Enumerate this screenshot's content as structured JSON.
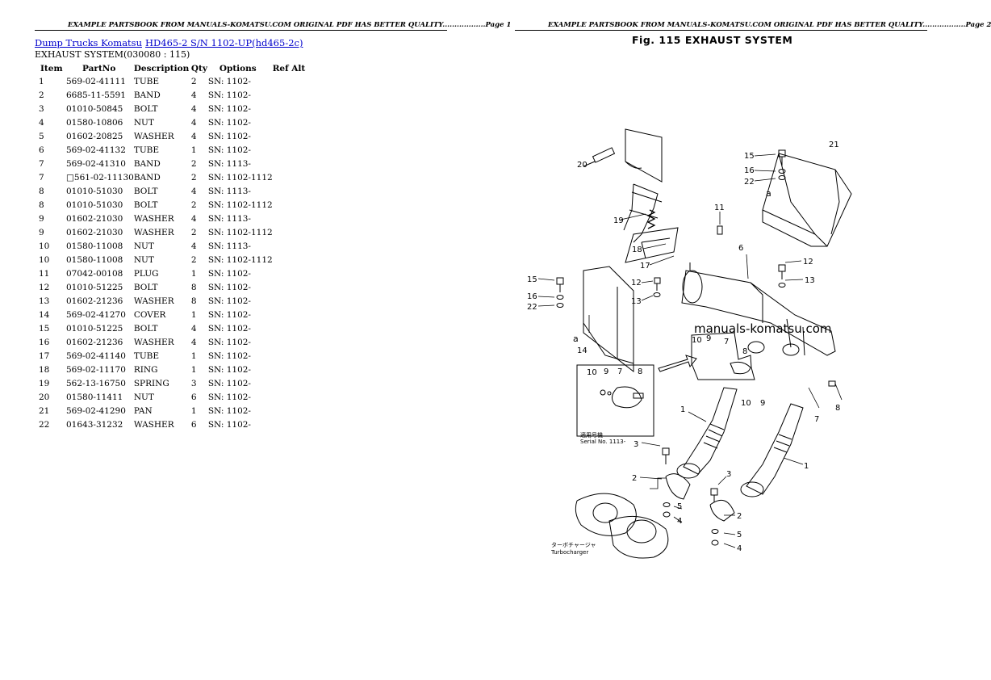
{
  "page1": {
    "header": "EXAMPLE PARTSBOOK FROM MANUALS-KOMATSU.COM ORIGINAL PDF HAS BETTER QUALITY..................Page 1",
    "breadcrumb": {
      "link1": "Dump Trucks Komatsu",
      "link2": "HD465-2 S/N 1102-UP(hd465-2c)"
    },
    "section_title": "EXHAUST SYSTEM(030080 : 115)",
    "columns": [
      "Item",
      "PartNo",
      "Description",
      "Qty",
      "Options",
      "Ref Alt"
    ],
    "rows": [
      {
        "item": "1",
        "part": "569-02-41111",
        "desc": "TUBE",
        "qty": "2",
        "opt": "SN: 1102-",
        "ref": ""
      },
      {
        "item": "2",
        "part": "6685-11-5591",
        "desc": "BAND",
        "qty": "4",
        "opt": "SN: 1102-",
        "ref": ""
      },
      {
        "item": "3",
        "part": "01010-50845",
        "desc": "BOLT",
        "qty": "4",
        "opt": "SN: 1102-",
        "ref": ""
      },
      {
        "item": "4",
        "part": "01580-10806",
        "desc": "NUT",
        "qty": "4",
        "opt": "SN: 1102-",
        "ref": ""
      },
      {
        "item": "5",
        "part": "01602-20825",
        "desc": "WASHER",
        "qty": "4",
        "opt": "SN: 1102-",
        "ref": ""
      },
      {
        "item": "6",
        "part": "569-02-41132",
        "desc": "TUBE",
        "qty": "1",
        "opt": "SN: 1102-",
        "ref": ""
      },
      {
        "item": "7",
        "part": "569-02-41310",
        "desc": "BAND",
        "qty": "2",
        "opt": "SN: 1113-",
        "ref": ""
      },
      {
        "item": "7",
        "part": "□561-02-11130",
        "desc": "BAND",
        "qty": "2",
        "opt": "SN: 1102-1112",
        "ref": ""
      },
      {
        "item": "8",
        "part": "01010-51030",
        "desc": "BOLT",
        "qty": "4",
        "opt": "SN: 1113-",
        "ref": ""
      },
      {
        "item": "8",
        "part": "01010-51030",
        "desc": "BOLT",
        "qty": "2",
        "opt": "SN: 1102-1112",
        "ref": ""
      },
      {
        "item": "9",
        "part": "01602-21030",
        "desc": "WASHER",
        "qty": "4",
        "opt": "SN: 1113-",
        "ref": ""
      },
      {
        "item": "9",
        "part": "01602-21030",
        "desc": "WASHER",
        "qty": "2",
        "opt": "SN: 1102-1112",
        "ref": ""
      },
      {
        "item": "10",
        "part": "01580-11008",
        "desc": "NUT",
        "qty": "4",
        "opt": "SN: 1113-",
        "ref": ""
      },
      {
        "item": "10",
        "part": "01580-11008",
        "desc": "NUT",
        "qty": "2",
        "opt": "SN: 1102-1112",
        "ref": ""
      },
      {
        "item": "11",
        "part": "07042-00108",
        "desc": "PLUG",
        "qty": "1",
        "opt": "SN: 1102-",
        "ref": ""
      },
      {
        "item": "12",
        "part": "01010-51225",
        "desc": "BOLT",
        "qty": "8",
        "opt": "SN: 1102-",
        "ref": ""
      },
      {
        "item": "13",
        "part": "01602-21236",
        "desc": "WASHER",
        "qty": "8",
        "opt": "SN: 1102-",
        "ref": ""
      },
      {
        "item": "14",
        "part": "569-02-41270",
        "desc": "COVER",
        "qty": "1",
        "opt": "SN: 1102-",
        "ref": ""
      },
      {
        "item": "15",
        "part": "01010-51225",
        "desc": "BOLT",
        "qty": "4",
        "opt": "SN: 1102-",
        "ref": ""
      },
      {
        "item": "16",
        "part": "01602-21236",
        "desc": "WASHER",
        "qty": "4",
        "opt": "SN: 1102-",
        "ref": ""
      },
      {
        "item": "17",
        "part": "569-02-41140",
        "desc": "TUBE",
        "qty": "1",
        "opt": "SN: 1102-",
        "ref": ""
      },
      {
        "item": "18",
        "part": "569-02-11170",
        "desc": "RING",
        "qty": "1",
        "opt": "SN: 1102-",
        "ref": ""
      },
      {
        "item": "19",
        "part": "562-13-16750",
        "desc": "SPRING",
        "qty": "3",
        "opt": "SN: 1102-",
        "ref": ""
      },
      {
        "item": "20",
        "part": "01580-11411",
        "desc": "NUT",
        "qty": "6",
        "opt": "SN: 1102-",
        "ref": ""
      },
      {
        "item": "21",
        "part": "569-02-41290",
        "desc": "PAN",
        "qty": "1",
        "opt": "SN: 1102-",
        "ref": ""
      },
      {
        "item": "22",
        "part": "01643-31232",
        "desc": "WASHER",
        "qty": "6",
        "opt": "SN: 1102-",
        "ref": ""
      }
    ]
  },
  "page2": {
    "header": "EXAMPLE PARTSBOOK FROM MANUALS-KOMATSU.COM ORIGINAL PDF HAS BETTER QUALITY..................Page 2",
    "figure_title": "Fig. 115  EXHAUST SYSTEM",
    "watermark": "manuals-komatsu.com",
    "diagram_labels": {
      "inset_caption_jp": "適用号機",
      "inset_caption": "Serial No. 1113-",
      "turbo_jp": "ターボチャージャ",
      "turbo": "Turbocharger",
      "callout_a": "a"
    }
  }
}
